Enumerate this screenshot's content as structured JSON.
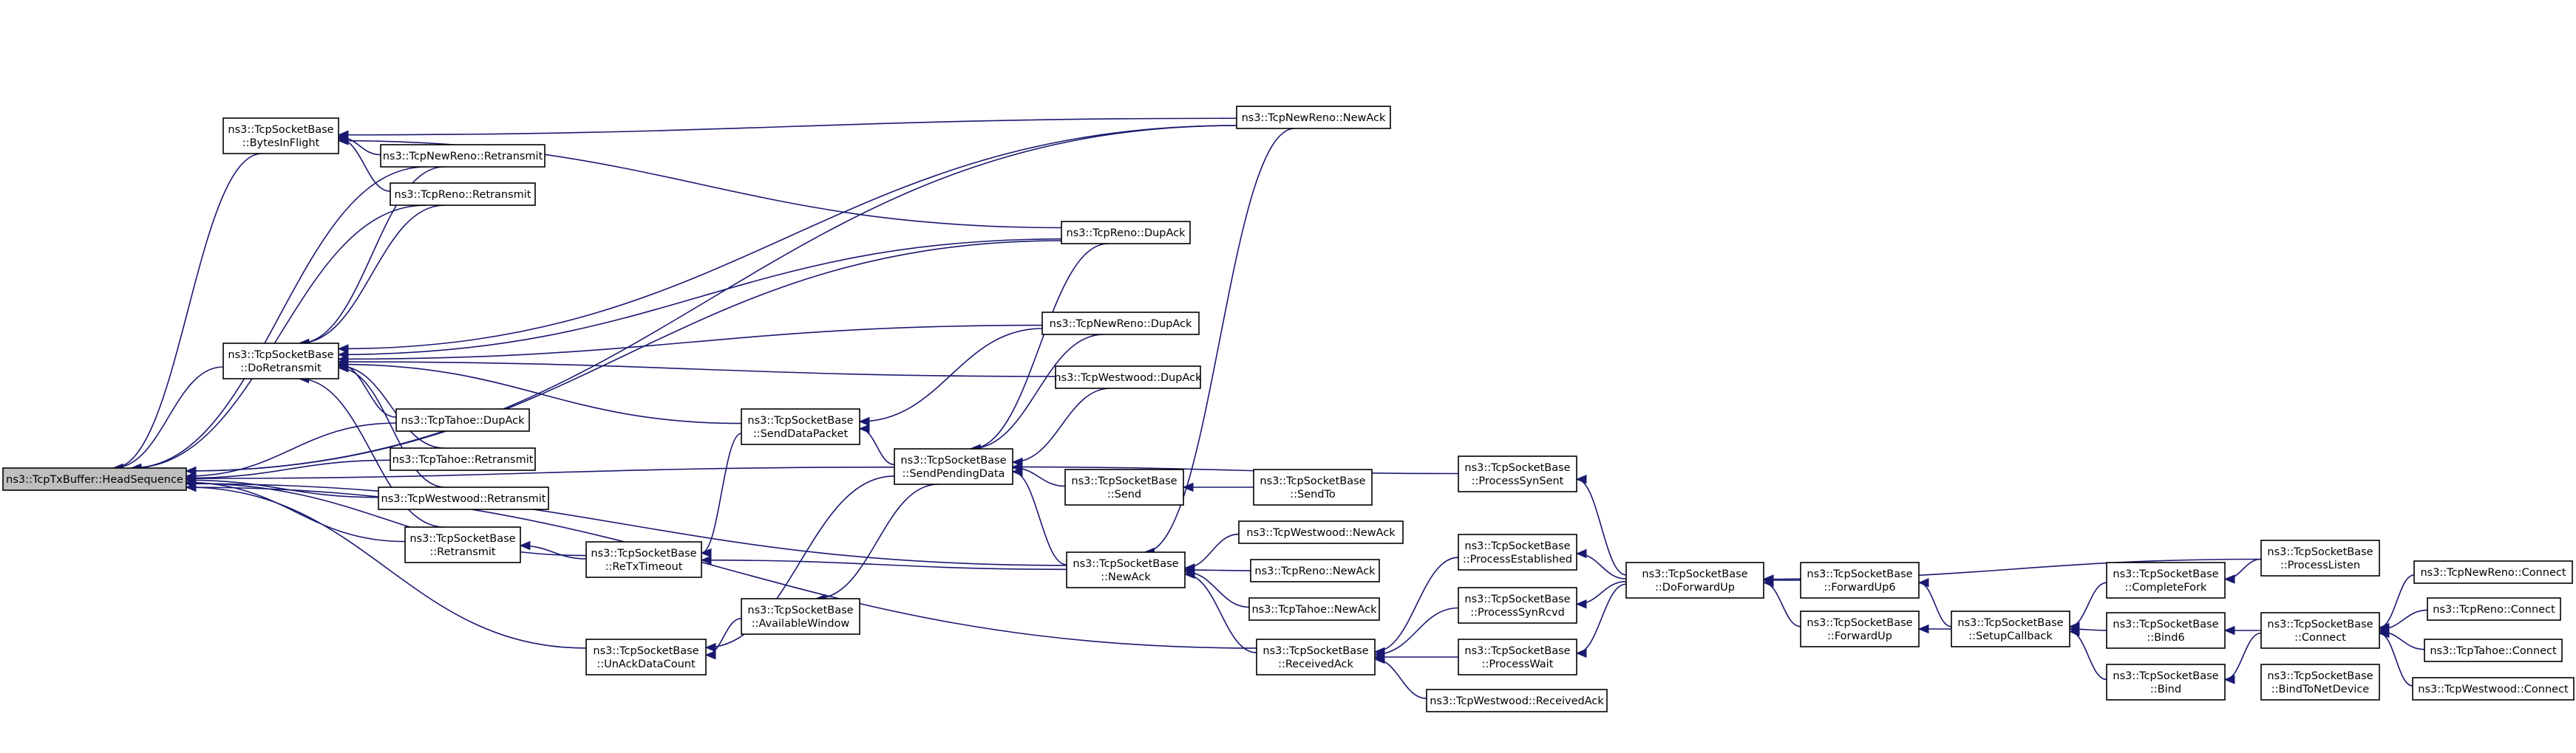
{
  "diagram": {
    "root": "headseq",
    "nodes": [
      {
        "id": "headseq",
        "lines": [
          "ns3::TcpTxBuffer::HeadSequence"
        ],
        "root": true
      },
      {
        "id": "bytesinflight",
        "lines": [
          "ns3::TcpSocketBase",
          "::BytesInFlight"
        ]
      },
      {
        "id": "doretransmit",
        "lines": [
          "ns3::TcpSocketBase",
          "::DoRetransmit"
        ]
      },
      {
        "id": "nr_retransmit",
        "lines": [
          "ns3::TcpNewReno::Retransmit"
        ]
      },
      {
        "id": "reno_retransmit",
        "lines": [
          "ns3::TcpReno::Retransmit"
        ]
      },
      {
        "id": "tahoe_dupack",
        "lines": [
          "ns3::TcpTahoe::DupAck"
        ]
      },
      {
        "id": "tahoe_retransmit",
        "lines": [
          "ns3::TcpTahoe::Retransmit"
        ]
      },
      {
        "id": "westwood_retransmit",
        "lines": [
          "ns3::TcpWestwood::Retransmit"
        ]
      },
      {
        "id": "sb_retransmit",
        "lines": [
          "ns3::TcpSocketBase",
          "::Retransmit"
        ]
      },
      {
        "id": "retxtimeout",
        "lines": [
          "ns3::TcpSocketBase",
          "::ReTxTimeout"
        ]
      },
      {
        "id": "unackdatacount",
        "lines": [
          "ns3::TcpSocketBase",
          "::UnAckDataCount"
        ]
      },
      {
        "id": "sendpacket",
        "lines": [
          "ns3::TcpSocketBase",
          "::SendDataPacket"
        ]
      },
      {
        "id": "availablewindow",
        "lines": [
          "ns3::TcpSocketBase",
          "::AvailableWindow"
        ]
      },
      {
        "id": "sendpending",
        "lines": [
          "ns3::TcpSocketBase",
          "::SendPendingData"
        ]
      },
      {
        "id": "nr_newack",
        "lines": [
          "ns3::TcpNewReno::NewAck"
        ]
      },
      {
        "id": "reno_dupack",
        "lines": [
          "ns3::TcpReno::DupAck"
        ]
      },
      {
        "id": "nr_dupack",
        "lines": [
          "ns3::TcpNewReno::DupAck"
        ]
      },
      {
        "id": "ww_dupack",
        "lines": [
          "ns3::TcpWestwood::DupAck"
        ]
      },
      {
        "id": "send",
        "lines": [
          "ns3::TcpSocketBase",
          "::Send"
        ]
      },
      {
        "id": "sendto",
        "lines": [
          "ns3::TcpSocketBase",
          "::SendTo"
        ]
      },
      {
        "id": "sb_newack",
        "lines": [
          "ns3::TcpSocketBase",
          "::NewAck"
        ]
      },
      {
        "id": "ww_newack",
        "lines": [
          "ns3::TcpWestwood::NewAck"
        ]
      },
      {
        "id": "reno_newack",
        "lines": [
          "ns3::TcpReno::NewAck"
        ]
      },
      {
        "id": "tahoe_newack",
        "lines": [
          "ns3::TcpTahoe::NewAck"
        ]
      },
      {
        "id": "receivedack",
        "lines": [
          "ns3::TcpSocketBase",
          "::ReceivedAck"
        ]
      },
      {
        "id": "ww_receivedack",
        "lines": [
          "ns3::TcpWestwood::ReceivedAck"
        ]
      },
      {
        "id": "processsynsent",
        "lines": [
          "ns3::TcpSocketBase",
          "::ProcessSynSent"
        ]
      },
      {
        "id": "processestablished",
        "lines": [
          "ns3::TcpSocketBase",
          "::ProcessEstablished"
        ]
      },
      {
        "id": "processsynrcvd",
        "lines": [
          "ns3::TcpSocketBase",
          "::ProcessSynRcvd"
        ]
      },
      {
        "id": "processwait",
        "lines": [
          "ns3::TcpSocketBase",
          "::ProcessWait"
        ]
      },
      {
        "id": "doforwardup",
        "lines": [
          "ns3::TcpSocketBase",
          "::DoForwardUp"
        ]
      },
      {
        "id": "forwardup6",
        "lines": [
          "ns3::TcpSocketBase",
          "::ForwardUp6"
        ]
      },
      {
        "id": "forwardup",
        "lines": [
          "ns3::TcpSocketBase",
          "::ForwardUp"
        ]
      },
      {
        "id": "setupcallback",
        "lines": [
          "ns3::TcpSocketBase",
          "::SetupCallback"
        ]
      },
      {
        "id": "completefork",
        "lines": [
          "ns3::TcpSocketBase",
          "::CompleteFork"
        ]
      },
      {
        "id": "processlisten",
        "lines": [
          "ns3::TcpSocketBase",
          "::ProcessListen"
        ]
      },
      {
        "id": "bind6",
        "lines": [
          "ns3::TcpSocketBase",
          "::Bind6"
        ]
      },
      {
        "id": "bind",
        "lines": [
          "ns3::TcpSocketBase",
          "::Bind"
        ]
      },
      {
        "id": "bindtonetdevice",
        "lines": [
          "ns3::TcpSocketBase",
          "::BindToNetDevice"
        ]
      },
      {
        "id": "connect",
        "lines": [
          "ns3::TcpSocketBase",
          "::Connect"
        ]
      },
      {
        "id": "nr_connect",
        "lines": [
          "ns3::TcpNewReno::Connect"
        ]
      },
      {
        "id": "reno_connect",
        "lines": [
          "ns3::TcpReno::Connect"
        ]
      },
      {
        "id": "tahoe_connect",
        "lines": [
          "ns3::TcpTahoe::Connect"
        ]
      },
      {
        "id": "ww_connect",
        "lines": [
          "ns3::TcpWestwood::Connect"
        ]
      }
    ],
    "edges": [
      [
        "bytesinflight",
        "headseq"
      ],
      [
        "doretransmit",
        "headseq"
      ],
      [
        "nr_retransmit",
        "headseq"
      ],
      [
        "reno_retransmit",
        "headseq"
      ],
      [
        "tahoe_dupack",
        "headseq"
      ],
      [
        "tahoe_retransmit",
        "headseq"
      ],
      [
        "westwood_retransmit",
        "headseq"
      ],
      [
        "sb_retransmit",
        "headseq"
      ],
      [
        "retxtimeout",
        "headseq"
      ],
      [
        "unackdatacount",
        "headseq"
      ],
      [
        "sendpending",
        "headseq"
      ],
      [
        "sb_newack",
        "headseq"
      ],
      [
        "receivedack",
        "headseq"
      ],
      [
        "nr_newack",
        "headseq"
      ],
      [
        "reno_dupack",
        "headseq"
      ],
      [
        "nr_retransmit",
        "bytesinflight"
      ],
      [
        "reno_retransmit",
        "bytesinflight"
      ],
      [
        "nr_newack",
        "bytesinflight"
      ],
      [
        "reno_dupack",
        "bytesinflight"
      ],
      [
        "nr_retransmit",
        "doretransmit"
      ],
      [
        "reno_retransmit",
        "doretransmit"
      ],
      [
        "tahoe_dupack",
        "doretransmit"
      ],
      [
        "tahoe_retransmit",
        "doretransmit"
      ],
      [
        "westwood_retransmit",
        "doretransmit"
      ],
      [
        "sb_retransmit",
        "doretransmit"
      ],
      [
        "nr_newack",
        "doretransmit"
      ],
      [
        "reno_dupack",
        "doretransmit"
      ],
      [
        "nr_dupack",
        "doretransmit"
      ],
      [
        "sendpacket",
        "doretransmit"
      ],
      [
        "ww_dupack",
        "doretransmit"
      ],
      [
        "retxtimeout",
        "sb_retransmit"
      ],
      [
        "sb_newack",
        "retxtimeout"
      ],
      [
        "sendpacket",
        "retxtimeout"
      ],
      [
        "sendpending",
        "sendpacket"
      ],
      [
        "nr_dupack",
        "sendpacket"
      ],
      [
        "availablewindow",
        "unackdatacount"
      ],
      [
        "sendpending",
        "unackdatacount"
      ],
      [
        "sendpending",
        "availablewindow"
      ],
      [
        "reno_dupack",
        "sendpending"
      ],
      [
        "nr_dupack",
        "sendpending"
      ],
      [
        "ww_dupack",
        "sendpending"
      ],
      [
        "send",
        "sendpending"
      ],
      [
        "processsynsent",
        "sendpending"
      ],
      [
        "sb_newack",
        "sendpending"
      ],
      [
        "sendto",
        "send"
      ],
      [
        "nr_newack",
        "sb_newack"
      ],
      [
        "ww_newack",
        "sb_newack"
      ],
      [
        "reno_newack",
        "sb_newack"
      ],
      [
        "tahoe_newack",
        "sb_newack"
      ],
      [
        "receivedack",
        "sb_newack"
      ],
      [
        "processestablished",
        "receivedack"
      ],
      [
        "processsynrcvd",
        "receivedack"
      ],
      [
        "processwait",
        "receivedack"
      ],
      [
        "ww_receivedack",
        "receivedack"
      ],
      [
        "doforwardup",
        "processsynsent"
      ],
      [
        "doforwardup",
        "processestablished"
      ],
      [
        "doforwardup",
        "processsynrcvd"
      ],
      [
        "doforwardup",
        "processwait"
      ],
      [
        "forwardup6",
        "doforwardup"
      ],
      [
        "forwardup",
        "doforwardup"
      ],
      [
        "processlisten",
        "doforwardup"
      ],
      [
        "setupcallback",
        "forwardup6"
      ],
      [
        "setupcallback",
        "forwardup"
      ],
      [
        "completefork",
        "setupcallback"
      ],
      [
        "bind6",
        "setupcallback"
      ],
      [
        "bind",
        "setupcallback"
      ],
      [
        "processlisten",
        "completefork"
      ],
      [
        "connect",
        "bind6"
      ],
      [
        "connect",
        "bind"
      ],
      [
        "nr_connect",
        "connect"
      ],
      [
        "reno_connect",
        "connect"
      ],
      [
        "tahoe_connect",
        "connect"
      ],
      [
        "ww_connect",
        "connect"
      ]
    ],
    "colors": {
      "edge": "#191970",
      "root_fill": "#bfbfbf",
      "node_fill": "#ffffff",
      "border": "#000000"
    }
  }
}
